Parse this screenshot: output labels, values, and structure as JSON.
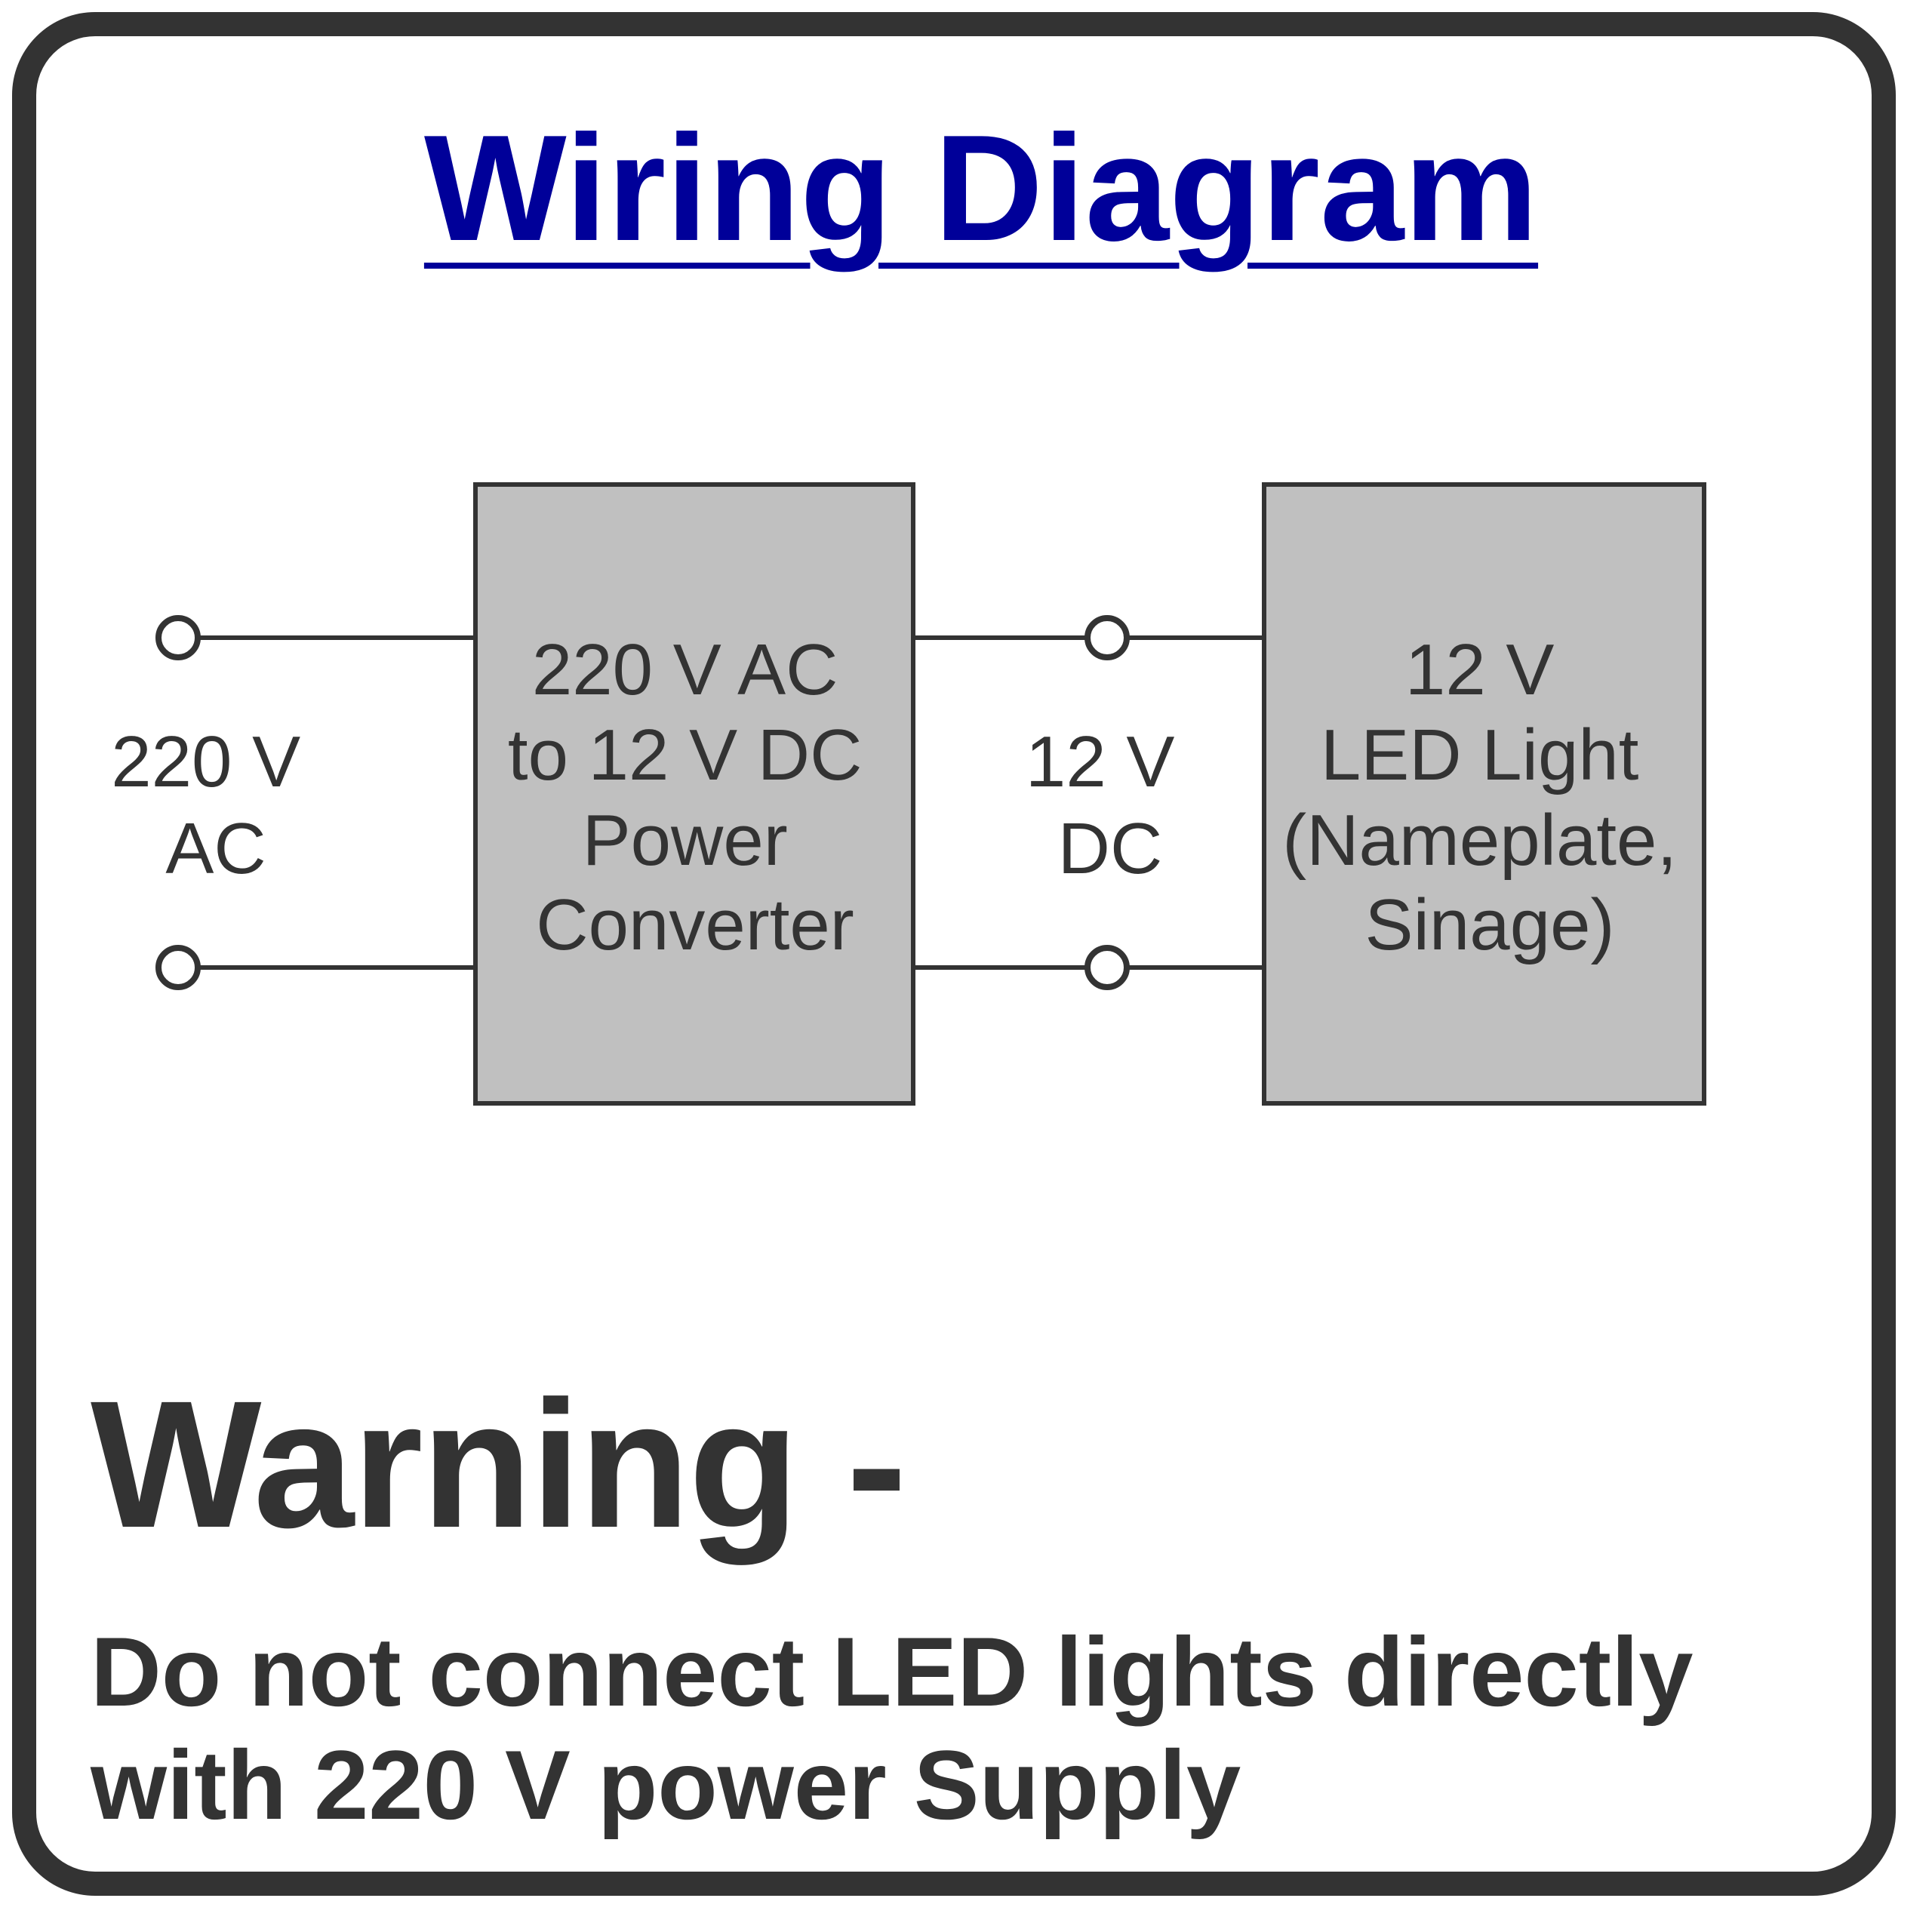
{
  "title": "Wiring Diagram",
  "colors": {
    "title": "#000099",
    "text": "#333333",
    "box_fill": "#c0c0c0",
    "frame": "#333333"
  },
  "diagram": {
    "input_label": [
      "220 V",
      "AC"
    ],
    "converter_label": [
      "220 V AC",
      "to 12 V DC",
      "Power",
      "Converter"
    ],
    "output_label": [
      "12 V",
      "DC"
    ],
    "load_label": [
      "12 V",
      "LED Light",
      "(Nameplate,",
      "Sinage)"
    ]
  },
  "warning": {
    "heading": "Warning -",
    "line1": "Do not connect LED lights directly",
    "line2": "with 220 V power Supply"
  }
}
